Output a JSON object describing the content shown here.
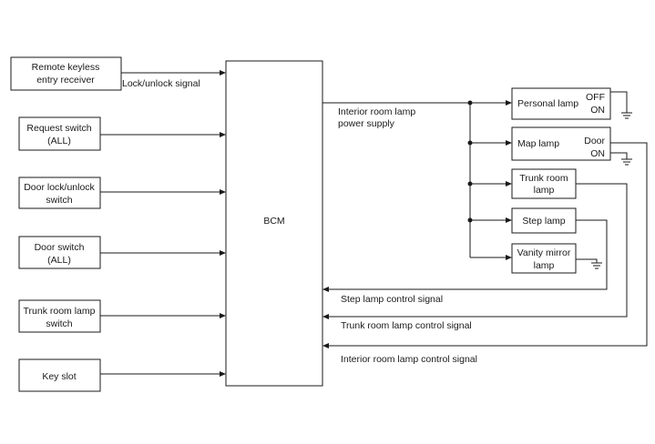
{
  "inputs": {
    "remote_keyless": [
      "Remote keyless",
      "entry receiver"
    ],
    "request_switch": [
      "Request switch",
      "(ALL)"
    ],
    "door_lock_switch": [
      "Door lock/unlock",
      "switch"
    ],
    "door_switch": [
      "Door switch",
      "(ALL)"
    ],
    "trunk_lamp_switch": [
      "Trunk room lamp",
      "switch"
    ],
    "key_slot": "Key slot"
  },
  "signals": {
    "lock_unlock": "Lock/unlock signal",
    "power_supply": [
      "Interior room lamp",
      "power supply"
    ],
    "step_lamp_control": "Step lamp control signal",
    "trunk_lamp_control": "Trunk room lamp control signal",
    "interior_lamp_control": "Interior room lamp control signal"
  },
  "bcm": {
    "label": "BCM"
  },
  "lamps": {
    "personal": {
      "label": "Personal lamp",
      "switch_off": "OFF",
      "switch_on": "ON"
    },
    "map": {
      "label": "Map lamp",
      "switch_door": "Door",
      "switch_on": "ON"
    },
    "trunk": [
      "Trunk room",
      "lamp"
    ],
    "step": "Step lamp",
    "vanity": [
      "Vanity mirror",
      "lamp"
    ]
  }
}
